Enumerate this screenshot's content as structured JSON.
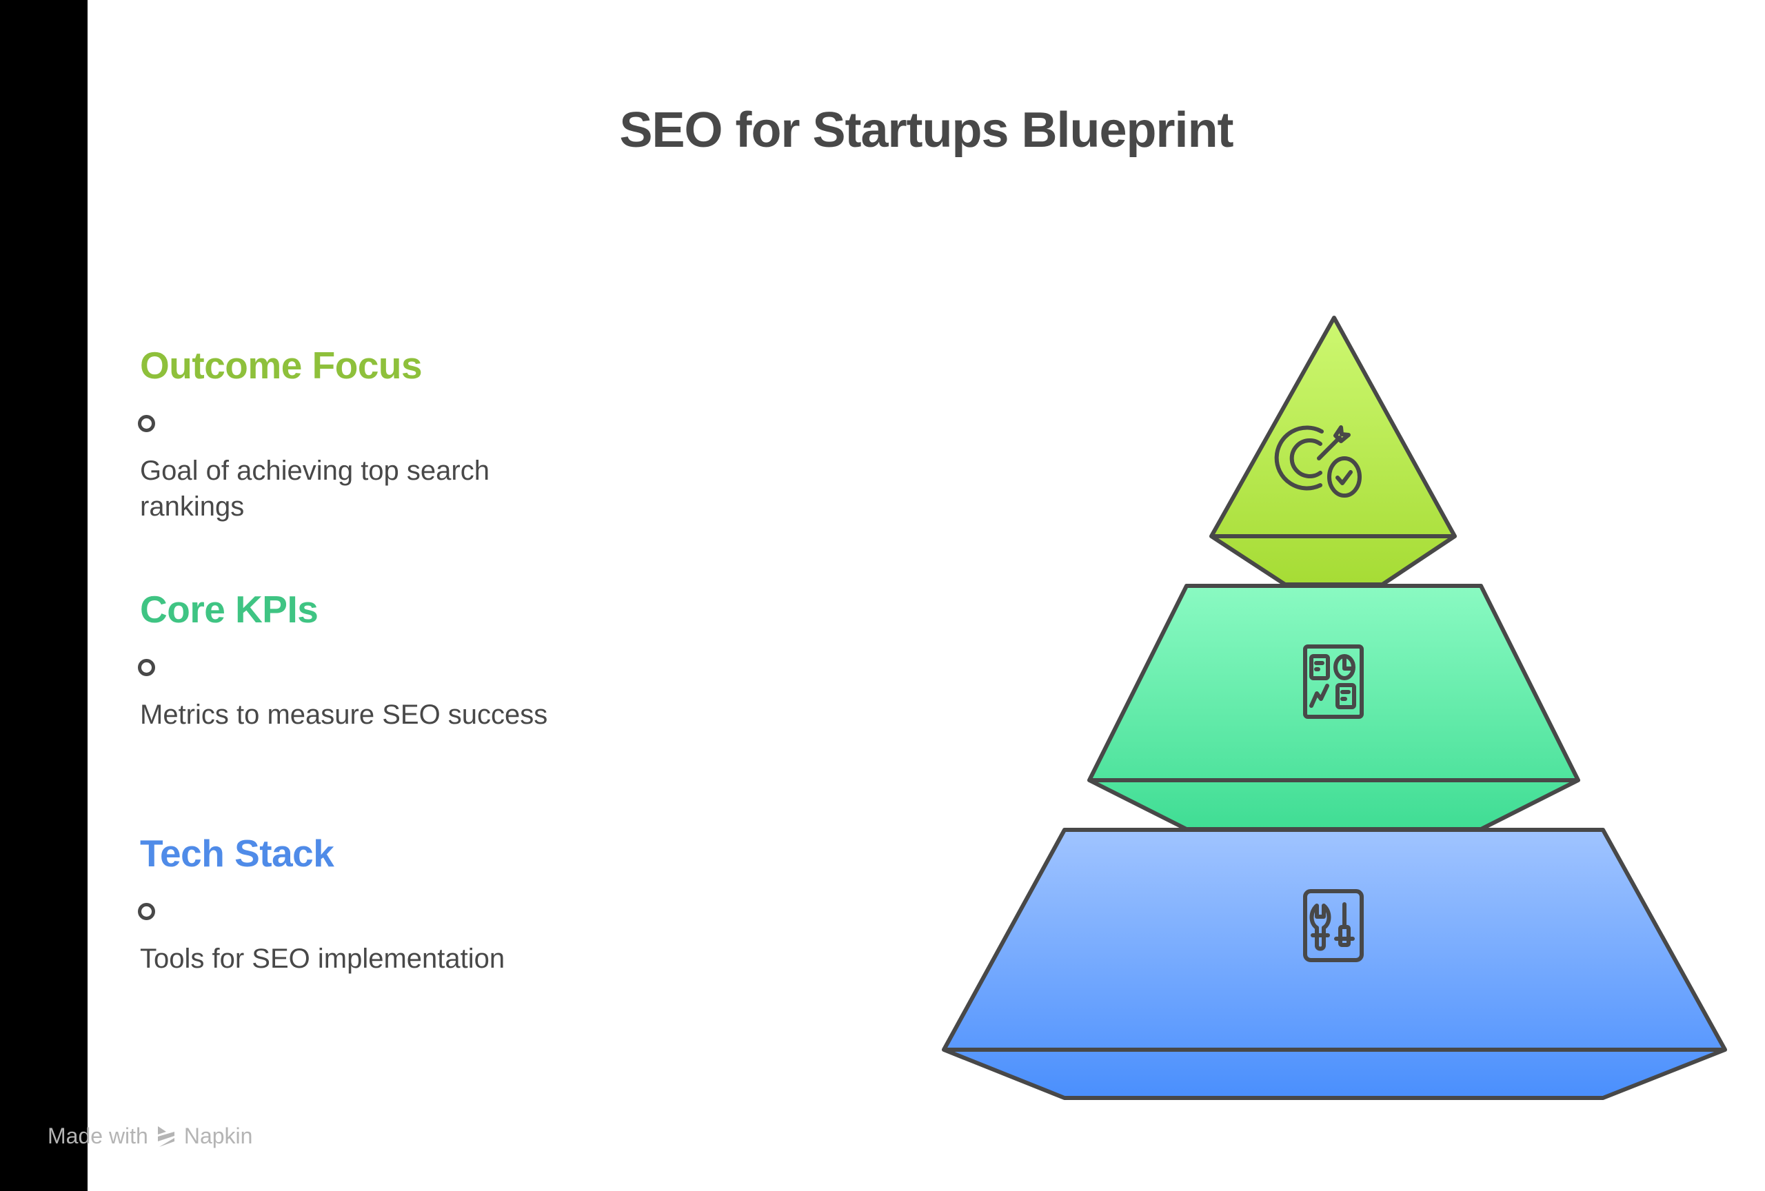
{
  "title": "SEO for Startups Blueprint",
  "sections": [
    {
      "heading": "Outcome Focus",
      "color": "#8ec03b",
      "description_lines": [
        "Goal of achieving top search",
        "rankings"
      ],
      "icon": "target-check-icon",
      "tier": "top"
    },
    {
      "heading": "Core KPIs",
      "color": "#3fc483",
      "description_lines": [
        "Metrics to measure SEO success"
      ],
      "icon": "dashboard-metrics-icon",
      "tier": "middle"
    },
    {
      "heading": "Tech Stack",
      "color": "#4f8be8",
      "description_lines": [
        "Tools for SEO implementation"
      ],
      "icon": "tools-panel-icon",
      "tier": "bottom"
    }
  ],
  "pyramid_colors": {
    "top": [
      "#cdf871",
      "#a6dc35"
    ],
    "middle": [
      "#8afac2",
      "#40dd94"
    ],
    "bottom": [
      "#a0c4ff",
      "#4a8ffd"
    ],
    "stroke": "#484848"
  },
  "footer": {
    "made_with": "Made with",
    "brand": "Napkin"
  }
}
